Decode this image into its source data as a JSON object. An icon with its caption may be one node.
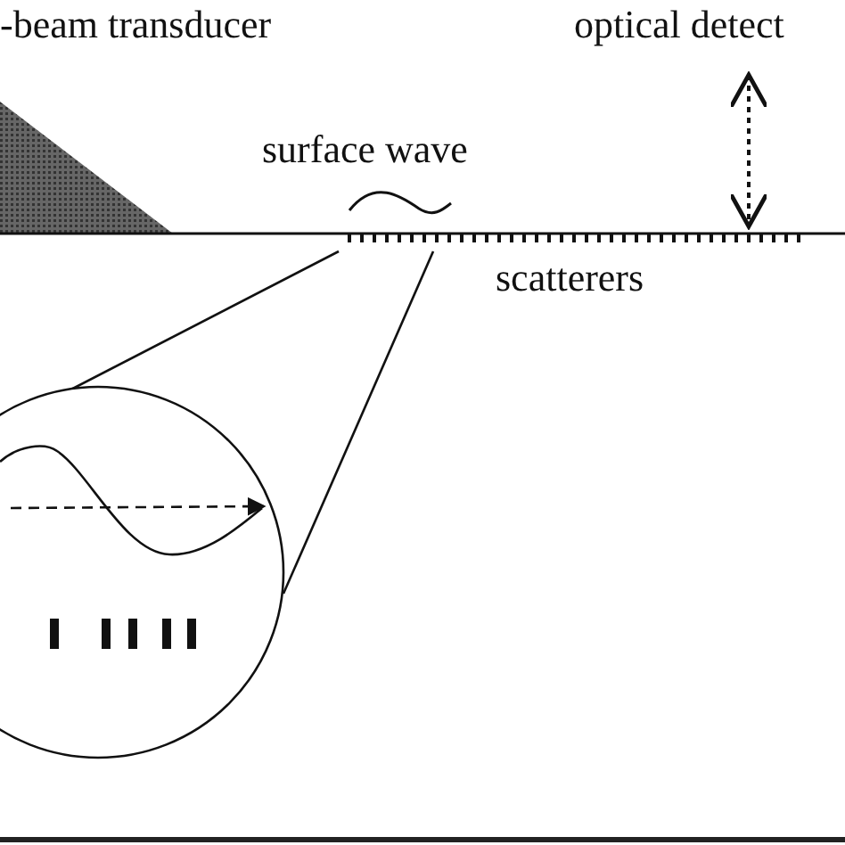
{
  "diagram": {
    "nodes": [
      {
        "text": [],
        "shape": "triangle"
      }
    ],
    "labels": [
      "-beam transducer",
      "optical detect",
      "surface wave",
      "scatterers"
    ]
  }
}
